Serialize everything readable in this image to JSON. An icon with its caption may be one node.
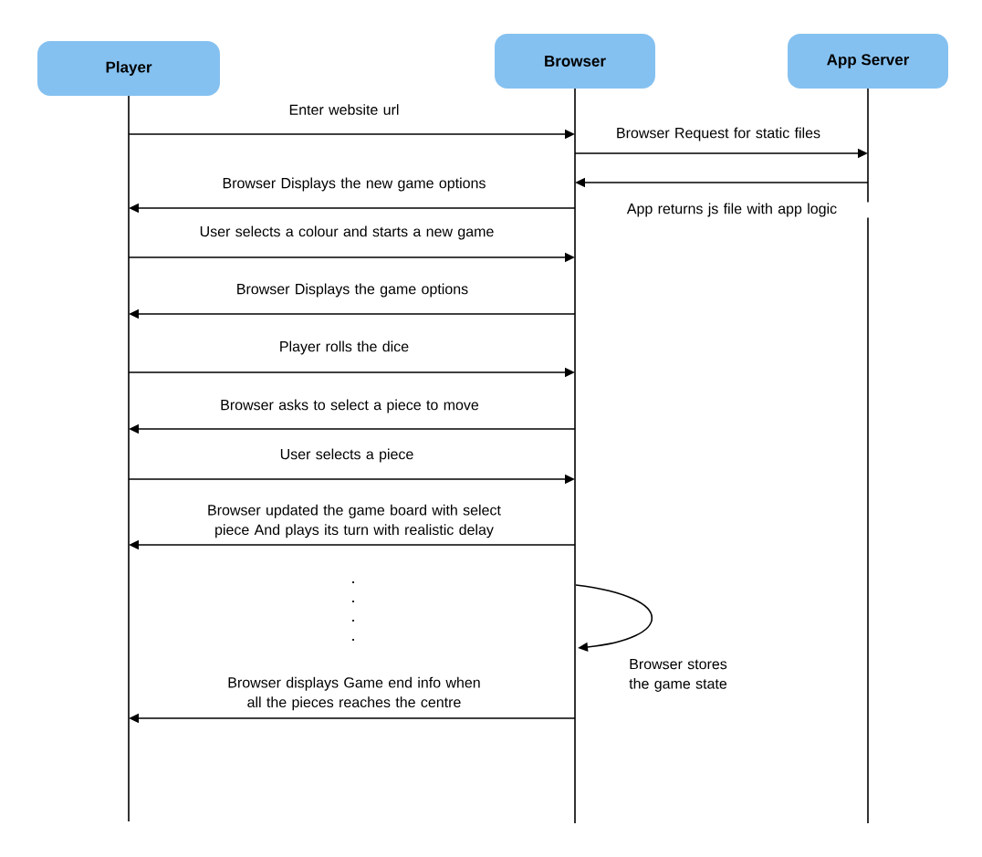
{
  "diagram": {
    "nodes": [
      {
        "text": [
          "Player"
        ]
      },
      {
        "text": [
          "Browser"
        ]
      },
      {
        "text": [
          "App Server"
        ]
      }
    ],
    "edges": [
      {
        "from": 0,
        "to": 1,
        "arrow": "to",
        "label": "Enter website url"
      },
      {
        "from": 1,
        "to": 2,
        "arrow": "to",
        "label": "Browser Request for static files"
      },
      {
        "from": 2,
        "to": 1,
        "arrow": "to",
        "label": "App returns js file with app logic"
      },
      {
        "from": 1,
        "to": 0,
        "arrow": "to",
        "label": "Browser Displays the new game options"
      },
      {
        "from": 0,
        "to": 1,
        "arrow": "to",
        "label": "User selects a colour and starts a new game"
      },
      {
        "from": 1,
        "to": 0,
        "arrow": "to",
        "label": "Browser Displays the game options"
      },
      {
        "from": 0,
        "to": 1,
        "arrow": "to",
        "label": "Player rolls the dice"
      },
      {
        "from": 1,
        "to": 0,
        "arrow": "to",
        "label": "Browser asks to select a piece to move"
      },
      {
        "from": 0,
        "to": 1,
        "arrow": "to",
        "label": "User selects a piece"
      },
      {
        "from": 1,
        "to": 0,
        "arrow": "to",
        "label": "Browser updated the game board with select piece And plays its turn with realistic delay"
      },
      {
        "from": 1,
        "to": 1,
        "arrow": "to",
        "label": "Browser stores the game state"
      },
      {
        "from": 1,
        "to": 0,
        "arrow": "to",
        "label": "Browser displays Game end info when all the pieces reaches the centre"
      }
    ]
  }
}
